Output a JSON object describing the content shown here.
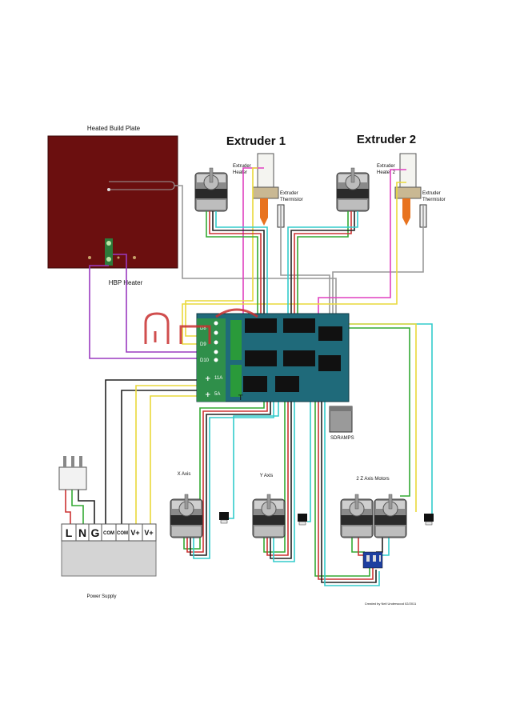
{
  "labels": {
    "heated_build_plate": "Heated Build Plate",
    "hbp_heater": "HBP Heater",
    "extruder1_title": "Extruder 1",
    "extruder2_title": "Extruder 2",
    "extruder_heater": "Extruder\nHeater",
    "extruder_heater_2": "Extruder\nHeater 2",
    "extruder_thermistor": "Extruder\nThermistor",
    "extruder_thermistor_2": "Extruder\nThermistor",
    "x_axis": "X Axis",
    "y_axis": "Y Axis",
    "z_axis": "2 Z Axis Motors",
    "sdramps": "SDRAMPS",
    "power_supply": "Power Supply",
    "board_d8": "D8",
    "board_d9": "D9",
    "board_d10": "D10",
    "board_11a": "11A",
    "board_5a": "5A",
    "credit": "Created by Neil Underwood 02/2011"
  },
  "power_terminals": [
    "L",
    "N",
    "G",
    "COM",
    "COM",
    "V+",
    "V+"
  ],
  "colors": {
    "hbp": "#6b0f0f",
    "board": "#1f6a7a",
    "board_green": "#2f8f4a",
    "power_supply_body": "#d4d4d4"
  }
}
